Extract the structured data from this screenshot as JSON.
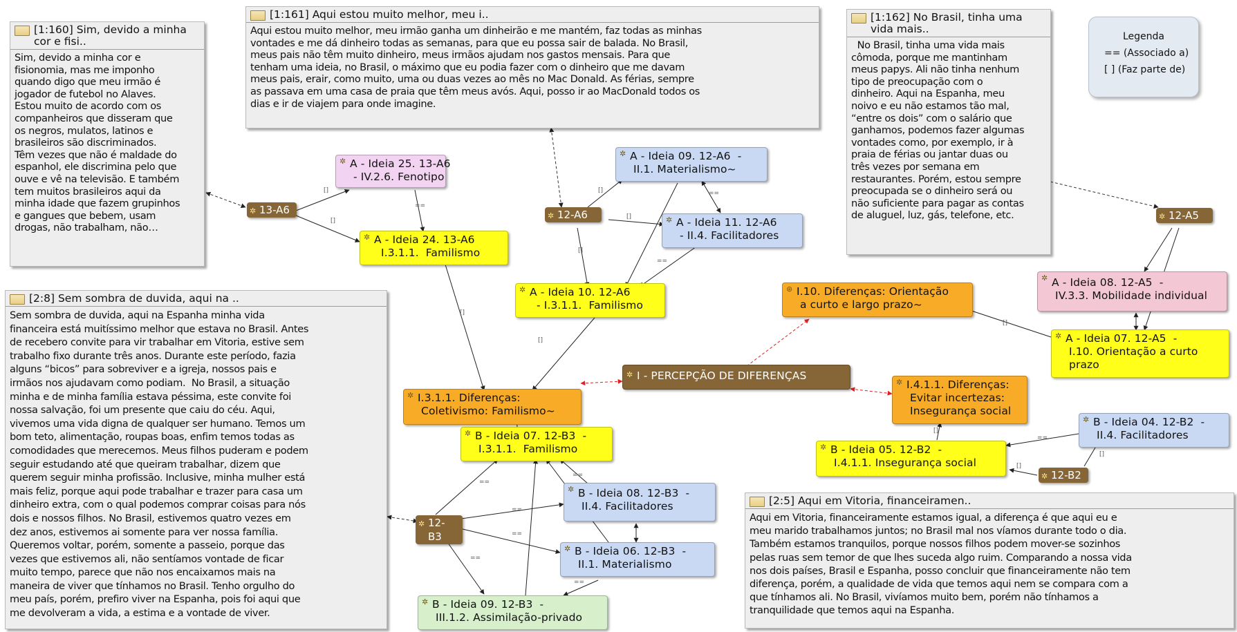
{
  "legend": {
    "title": "Legenda",
    "line1": "== (Associado a)",
    "line2": "[ ]  (Faz parte de)"
  },
  "quotes": {
    "q160": {
      "title": "[1:160] Sim, devido a minha cor e fisi..",
      "lines": [
        "Sim, devido a minha cor e",
        "fisionomia, mas me imponho",
        "quando digo que meu irmão é",
        "jogador de futebol no Alaves.",
        "Estou muito de acordo com os",
        "companheiros que disseram que",
        "os negros, mulatos, latinos e",
        "brasileiros são discriminados.",
        "Têm vezes que não é maldade do",
        "espanhol, ele discrimina pelo que",
        "ouve e vê na televisão. E também",
        "tem muitos brasileiros aqui da",
        "minha idade que fazem grupinhos",
        "e gangues que bebem, usam",
        "drogas, não trabalham, não…"
      ]
    },
    "q161": {
      "title": "[1:161] Aqui estou muito melhor, meu i..",
      "lines": [
        "Aqui estou muito melhor, meu irmão ganha um dinheirão e me mantém, faz todas as minhas",
        "vontades e me dá dinheiro todas as semanas, para que eu possa sair de balada. No Brasil,",
        "meus pais não têm muito dinheiro, meus irmãos ajudam nos gastos mensais. Para que",
        "tenham uma ideia, no Brasil, o máximo que eu podia fazer com o dinheiro que me davam",
        "meus pais, erair, como muito, uma ou duas vezes ao mês no Mac Donald. As férias, sempre",
        "as passava em uma casa de praia que têm meus avós. Aqui, posso ir ao MacDonald todos os",
        "dias e ir de viajem para onde imagine."
      ]
    },
    "q162": {
      "title": "[1:162] No Brasil, tinha uma vida mais..",
      "lines": [
        "  No Brasil, tinha uma vida mais",
        "cômoda, porque me mantinham",
        "meus papys. Ali não tinha nenhum",
        "tipo de preocupação com o",
        "dinheiro. Aqui na Espanha, meu",
        "noivo e eu não estamos tão mal,",
        "“entre os dois” com o salário que",
        "ganhamos, podemos fazer algumas",
        "vontades como, por exemplo, ir à",
        "praia de férias ou jantar duas ou",
        "três vezes por semana em",
        "restaurantes. Porém, estou sempre",
        "preocupada se o dinheiro será ou",
        "não suficiente para pagar as contas",
        "de aluguel, luz, gás, telefone, etc."
      ]
    },
    "q28": {
      "title": "[2:8] Sem sombra de duvida, aqui na ..",
      "lines": [
        "Sem sombra de duvida, aqui na Espanha minha vida",
        "financeira está muitíssimo melhor que estava no Brasil. Antes",
        "de recebero convite para vir trabalhar em Vitoria, estive sem",
        "trabalho fixo durante três anos. Durante este período, fazia",
        "alguns “bicos” para sobreviver e a igreja, nossos pais e",
        "irmãos nos ajudavam como podiam.  No Brasil, a situação",
        "minha e de minha família estava péssima, este convite foi",
        "nossa salvação, foi um presente que caiu do céu. Aqui,",
        "vivemos uma vida digna de qualquer ser humano. Temos um",
        "bom teto, alimentação, roupas boas, enfim temos todas as",
        "comodidades que merecemos. Meus filhos puderam e podem",
        "seguir estudando até que queiram trabalhar, dizem que",
        "querem seguir minha profissão. Inclusive, minha mulher está",
        "mais feliz, porque aqui pode trabalhar e trazer para casa um",
        "dinheiro extra, com o qual podemos comprar coisas para nós",
        "dois e nossos filhos. No Brasil, estivemos quatro vezes em",
        "dez anos, estivemos ai somente para ver nossa família.",
        "Queremos voltar, porém, somente a passeio, porque das",
        "vezes que estivemos ali, não sentíamos vontade de ficar",
        "muito tempo, parece que não nos encaixamos mais na",
        "maneira de viver que tínhamos no Brasil. Tenho orgulho do",
        "meu país, porém, prefiro viver na Espanha, pois foi aqui que",
        "me devolveram a vida, a estima e a vontade de viver."
      ]
    },
    "q25": {
      "title": "[2:5] Aqui em Vitoria, financeiramen..",
      "lines": [
        "Aqui em Vitoria, financeiramente estamos igual, a diferença é que aqui eu e",
        "meu marido trabalhamos juntos; no Brasil mal nos víamos durante todo o dia.",
        "Também estamos tranquilos, porque nossos filhos podem mover-se sozinhos",
        "pelas ruas sem temor de que lhes suceda algo ruim. Comparando a nossa vida",
        "nos dois países, Brasil e Espanha, posso concluir que financeiramente não tem",
        "diferença, porém, a qualidade de vida que temos aqui nem se compara com a",
        "que tínhamos ali. No Brasil, vivíamos muito bem, porém não tínhamos a",
        "tranquilidade que temos aqui na Espanha."
      ]
    }
  },
  "nodes": {
    "a25": "A - Ideia 25. 13-A6\n - IV.2.6. Fenotipo",
    "a24": "A - Ideia 24. 13-A6\n  I.3.1.1.  Familismo",
    "a09": "A - Ideia 09. 12-A6  -\n II.1. Materialismo~",
    "a11": "A - Ideia 11. 12-A6\n - II.4. Facilitadores",
    "a10": "A - Ideia 10. 12-A6\n  - I.3.1.1.  Familismo",
    "i3": "I.3.1.1. Diferenças:\n Coletivismo: Familismo~",
    "perc": "I - PERCEPÇÃO DE DIFERENÇAS",
    "i10": "I.10. Diferenças: Orientação\n a curto e largo prazo~",
    "a08": "A - Ideia 08. 12-A5  -\n IV.3.3. Mobilidade individual",
    "a07": "A - Ideia 07. 12-A5  -\n I.10. Orientação a curto\n prazo",
    "i41": "I.4.1.1. Diferenças:\n Evitar incertezas:\n Insegurança social",
    "b04": "B - Ideia 04. 12-B2  -\n II.4. Facilitadores",
    "b05": "B - Ideia 05. 12-B2  -\n I.4.1.1. Insegurança social",
    "b07": "B - Ideia 07. 12-B3  -\n I.3.1.1.  Familismo",
    "b08": "B - Ideia 08. 12-B3  -\n II.4. Facilitadores",
    "b06": "B - Ideia 06. 12-B3  -\n II.1. Materialismo",
    "b09": "B - Ideia 09. 12-B3  -\n III.1.2. Assimilação-privado"
  },
  "tags": {
    "t13a6": "13-A6",
    "t12a6": "12-A6",
    "t12a5": "12-A5",
    "t12b3": "12-B3",
    "t12b2": "12-B2"
  },
  "link_labels": {
    "part_of": "[]",
    "associated": "=="
  },
  "colors": {
    "yellow": "#ffff1a",
    "blue": "#c9d9f4",
    "pink": "#f3c7d3",
    "lavender": "#f2d3f1",
    "green": "#d7efcb",
    "orange": "#f7ab27",
    "brown": "#866536",
    "red_link": "#e02020"
  }
}
